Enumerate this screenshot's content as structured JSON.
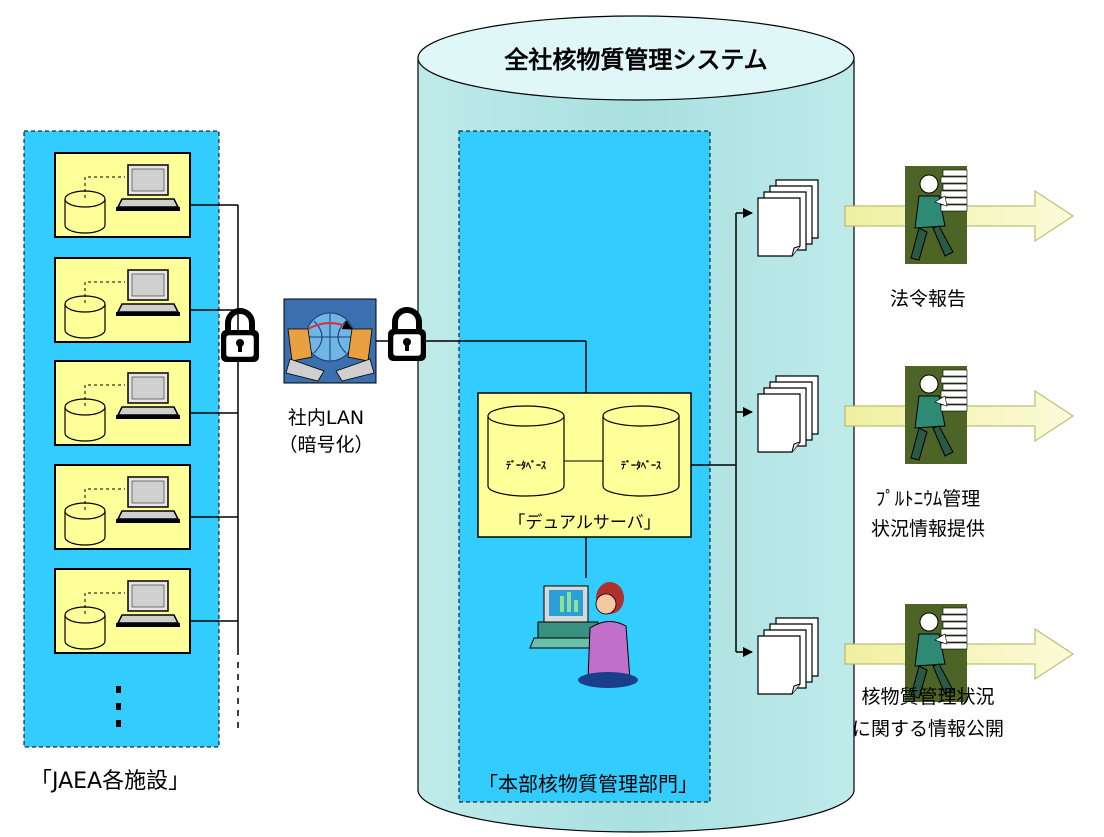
{
  "system": {
    "title": "全社核物質管理システム"
  },
  "facilities": {
    "label": "「JAEA各施設」",
    "ellipsis": "⋮"
  },
  "network": {
    "line1": "社内LAN",
    "line2": "（暗号化）"
  },
  "hq": {
    "label": "「本部核物質管理部門」",
    "server_label": "「デュアルサーバ」",
    "db_left": "ﾃﾞｰﾀﾍﾞｰｽ",
    "db_right": "ﾃﾞｰﾀﾍﾞｰｽ"
  },
  "outputs": [
    {
      "lines": [
        "法令報告"
      ]
    },
    {
      "lines": [
        "ﾌﾟﾙﾄﾆｳﾑ管理",
        "状況情報提供"
      ]
    },
    {
      "lines": [
        "核物質管理状況",
        "に関する情報公開"
      ]
    }
  ],
  "colors": {
    "cylinder_fill": "#bfeaea",
    "cylinder_top": "#dff7f7",
    "panel_blue": "#33ccff",
    "box_yellow": "#ffff99",
    "arrow_fill": "#f3f3a8",
    "lock": "#000000"
  },
  "icons": [
    "database-icon",
    "laptop-icon",
    "padlock-icon",
    "network-icon",
    "operator-icon",
    "document-stack-icon",
    "courier-icon",
    "arrow-icon"
  ]
}
